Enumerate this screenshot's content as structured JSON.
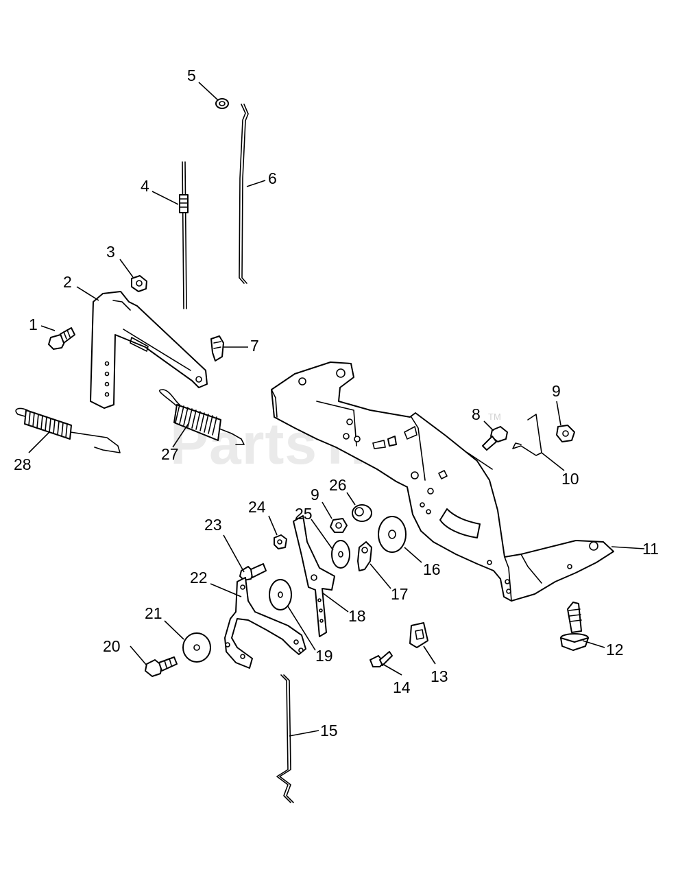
{
  "watermark": {
    "text": "PartsTree",
    "trademark": "TM"
  },
  "callouts": [
    {
      "id": "c1",
      "text": "1"
    },
    {
      "id": "c2",
      "text": "2"
    },
    {
      "id": "c3",
      "text": "3"
    },
    {
      "id": "c4",
      "text": "4"
    },
    {
      "id": "c5",
      "text": "5"
    },
    {
      "id": "c6",
      "text": "6"
    },
    {
      "id": "c7",
      "text": "7"
    },
    {
      "id": "c8",
      "text": "8"
    },
    {
      "id": "c9a",
      "text": "9"
    },
    {
      "id": "c9b",
      "text": "9"
    },
    {
      "id": "c10",
      "text": "10"
    },
    {
      "id": "c11",
      "text": "11"
    },
    {
      "id": "c12",
      "text": "12"
    },
    {
      "id": "c13",
      "text": "13"
    },
    {
      "id": "c14",
      "text": "14"
    },
    {
      "id": "c15",
      "text": "15"
    },
    {
      "id": "c16",
      "text": "16"
    },
    {
      "id": "c17",
      "text": "17"
    },
    {
      "id": "c18",
      "text": "18"
    },
    {
      "id": "c19",
      "text": "19"
    },
    {
      "id": "c20",
      "text": "20"
    },
    {
      "id": "c21",
      "text": "21"
    },
    {
      "id": "c22",
      "text": "22"
    },
    {
      "id": "c23",
      "text": "23"
    },
    {
      "id": "c24",
      "text": "24"
    },
    {
      "id": "c25",
      "text": "25"
    },
    {
      "id": "c26",
      "text": "26"
    },
    {
      "id": "c27",
      "text": "27"
    },
    {
      "id": "c28",
      "text": "28"
    }
  ]
}
